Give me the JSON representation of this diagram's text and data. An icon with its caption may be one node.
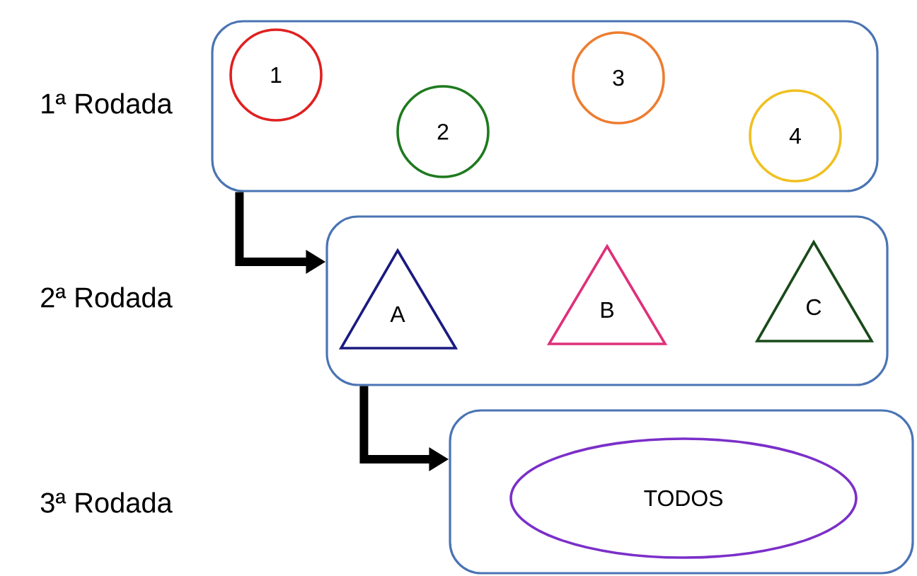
{
  "diagram": {
    "nodes": [
      {
        "text": [],
        "shape": "box"
      },
      {
        "text": [
          "1"
        ],
        "in": 0
      },
      {
        "text": [
          "2"
        ],
        "in": 0
      },
      {
        "text": [
          "3"
        ],
        "in": 0
      },
      {
        "text": [
          "4"
        ],
        "in": 0
      },
      {
        "text": [],
        "shape": "box"
      },
      {
        "text": [
          "A"
        ],
        "in": 5
      },
      {
        "text": [
          "B"
        ],
        "in": 5
      },
      {
        "text": [
          "C"
        ],
        "in": 5
      },
      {
        "text": [],
        "shape": "box"
      },
      {
        "text": [
          "TODOS"
        ],
        "in": 9
      }
    ],
    "edges": [
      {
        "from": 0,
        "to": 5,
        "arrow": "to"
      },
      {
        "from": 5,
        "to": 9,
        "arrow": "to"
      }
    ],
    "labels": [
      "1ª Rodada",
      "2ª Rodada",
      "3ª Rodada"
    ]
  }
}
